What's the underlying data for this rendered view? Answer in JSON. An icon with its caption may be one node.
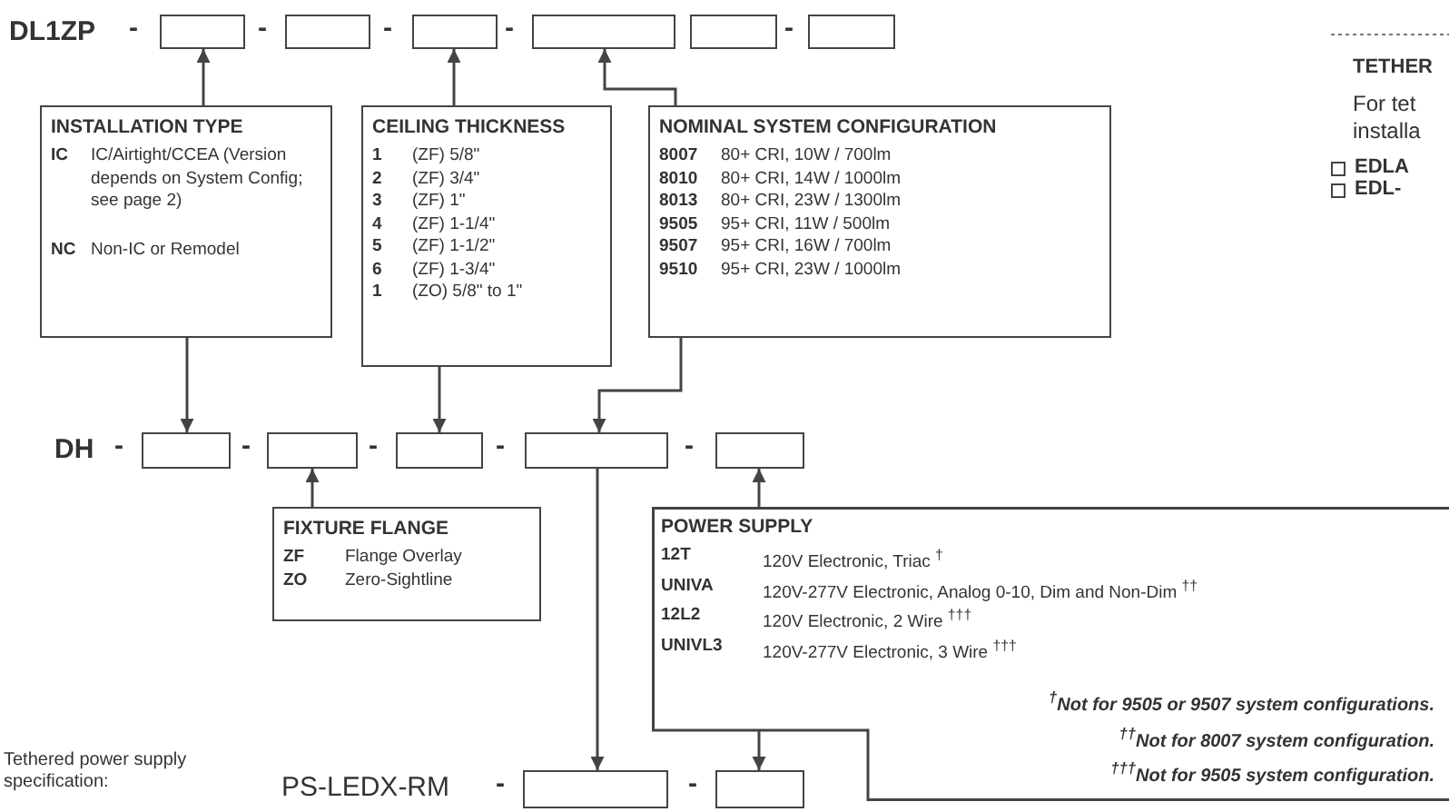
{
  "diagram": {
    "nodes": [
      {
        "text": [],
        "shape": "box"
      },
      {
        "text": [],
        "shape": "box"
      },
      {
        "text": [],
        "shape": "box"
      },
      {
        "text": [],
        "shape": "box"
      },
      {
        "text": [],
        "shape": "box"
      },
      {
        "text": [],
        "shape": "box"
      },
      {
        "text": [
          "INSTALLATION TYPE",
          "IC",
          "IC/Airtight/CCEA (Version depends on System Config; see page 2)",
          "NC",
          "Non-IC or Remodel"
        ]
      },
      {
        "text": [
          "CEILING THICKNESS",
          "1",
          "(ZF) 5/8\"",
          "2",
          "(ZF) 3/4\"",
          "3",
          "(ZF) 1\"",
          "4",
          "(ZF) 1-1/4\"",
          "5",
          "(ZF) 1-1/2\"",
          "6",
          "(ZF) 1-3/4\"",
          "1",
          "(ZO) 5/8\" to 1\""
        ]
      },
      {
        "text": [
          "NOMINAL SYSTEM CONFIGURATION",
          "8007",
          "80+ CRI, 10W / 700lm",
          "8010",
          "80+ CRI, 14W / 1000lm",
          "8013",
          "80+ CRI, 23W / 1300lm",
          "9505",
          "95+ CRI, 11W / 500lm",
          "9507",
          "95+ CRI, 16W / 700lm",
          "9510",
          "95+ CRI, 23W / 1000lm"
        ]
      },
      {
        "text": [],
        "shape": "box"
      },
      {
        "text": [],
        "shape": "box"
      },
      {
        "text": [],
        "shape": "box"
      },
      {
        "text": [],
        "shape": "box"
      },
      {
        "text": [],
        "shape": "box"
      },
      {
        "text": [
          "FIXTURE FLANGE",
          "ZF",
          "Flange Overlay",
          "ZO",
          "Zero-Sightline"
        ]
      },
      {
        "text": [
          "POWER SUPPLY",
          "12T",
          "120V Electronic, Triac $^{†}$",
          "UNIVA",
          "120V-277V Electronic, Analog 0-10, Dim and Non-Dim $^{††}$",
          "12L2",
          "120V Electronic, 2 Wire $^{†††}$",
          "UNIVL3",
          "120V-277V Electronic, 3 Wire $^{†††}$",
          "$^{†}$Not for 9505 or 9507 system configurations.",
          "$^{††}$Not for 8007 system configuration.",
          "$^{†††}$Not for 9505 system configuration."
        ]
      },
      {
        "text": [],
        "shape": "box"
      },
      {
        "text": [],
        "shape": "box"
      }
    ],
    "edges": [
      {
        "from": 6,
        "to": 0,
        "arrow": "to"
      },
      {
        "from": 7,
        "to": 2,
        "arrow": "to"
      },
      {
        "from": 8,
        "to": 3,
        "arrow": "to"
      },
      {
        "from": 6,
        "to": 9,
        "arrow": "to"
      },
      {
        "from": 7,
        "to": 11,
        "arrow": "to"
      },
      {
        "from": 8,
        "to": 12,
        "arrow": "to"
      },
      {
        "from": 14,
        "to": 10,
        "arrow": "to"
      },
      {
        "from": 15,
        "to": 13,
        "arrow": "to"
      },
      {
        "from": 12,
        "to": 16,
        "arrow": "to"
      },
      {
        "from": 15,
        "to": 17,
        "arrow": "to"
      }
    ],
    "labels": [
      "DL1ZP",
      "-",
      "-",
      "-",
      "-",
      "-",
      "TETHER",
      "For tet",
      "installa",
      "EDLA",
      "EDL-",
      "DH",
      "-",
      "-",
      "-",
      "-",
      "-",
      "Tethered power supply specification:",
      "PS-LEDX-RM",
      "-",
      "-"
    ]
  }
}
